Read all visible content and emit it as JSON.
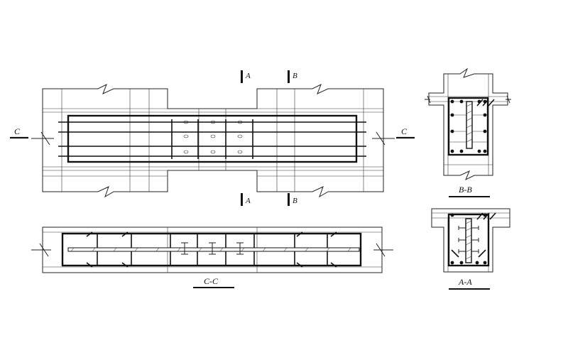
{
  "drawing": {
    "views": {
      "plan": {
        "cut_left": "C",
        "cut_right": "C",
        "top_a": "A",
        "top_b": "B",
        "bottom_a": "A",
        "bottom_b": "B"
      },
      "section_cc": {
        "title": "C-C"
      },
      "section_bb": {
        "title": "B-B"
      },
      "section_aa": {
        "title": "A-A"
      }
    },
    "colors": {
      "line": "#111111",
      "background": "#ffffff"
    }
  }
}
